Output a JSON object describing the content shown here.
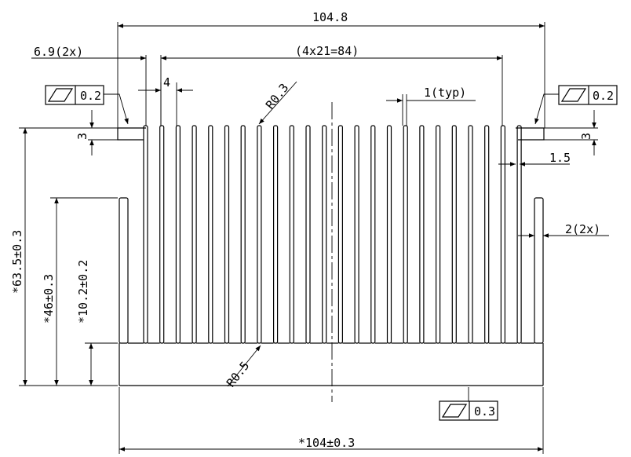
{
  "dimensions": {
    "overall_width": "104.8",
    "fin_pitch_total": "(4x21=84)",
    "end_offset": "6.9(2x)",
    "gap_width": "4",
    "fin_root_radius": "R0.3",
    "fin_thickness": "1(typ)",
    "base_step": "3",
    "end_fin_offset": "1.5",
    "end_fin_thickness": "2(2x)",
    "overall_height": "*63.5±0.3",
    "end_fin_height": "*46±0.3",
    "base_thickness": "*10.2±0.2",
    "base_radius": "R0.5",
    "base_width": "*104±0.3"
  },
  "flatness": {
    "left_symbol": "flatness-symbol",
    "left_value": "0.2",
    "right_value": "0.2",
    "bottom_value": "0.3"
  }
}
